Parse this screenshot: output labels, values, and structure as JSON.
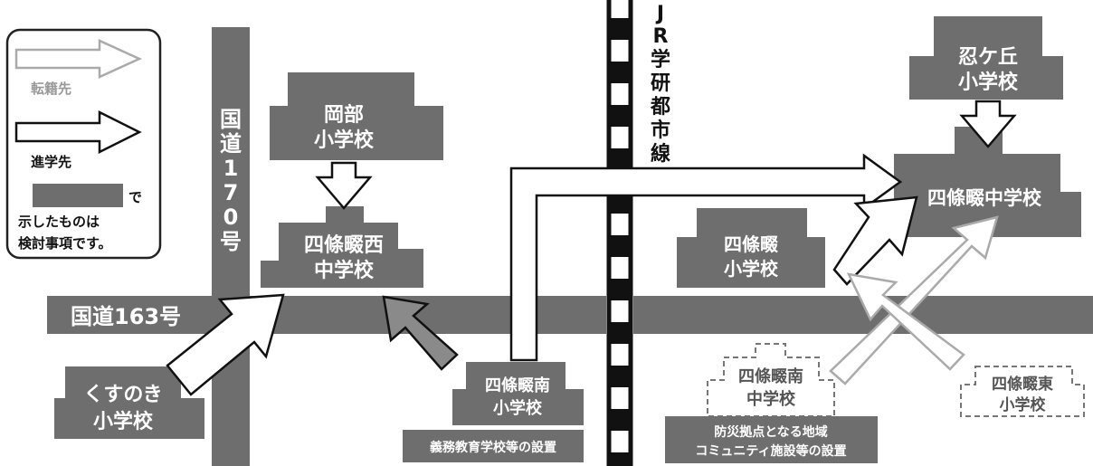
{
  "legend": {
    "transfer_label": "転籍先",
    "advance_label": "進学先",
    "note_suffix": "で",
    "note_line1": "示したものは",
    "note_line2": "検討事項です。"
  },
  "roads": {
    "route170_chars": [
      "国",
      "道",
      "1",
      "7",
      "0",
      "号"
    ],
    "route163": "国道163号",
    "jr_line_chars": [
      "J",
      "R",
      "学",
      "研",
      "都",
      "市",
      "線"
    ]
  },
  "schools": {
    "okabe": [
      "岡部",
      "小学校"
    ],
    "shijonawate_nishi": [
      "四條畷西",
      "中学校"
    ],
    "kusunoki": [
      "くすのき",
      "小学校"
    ],
    "shijonawate_minami_elem": [
      "四條畷南",
      "小学校"
    ],
    "shijonawate_minami_jh": [
      "四條畷南",
      "中学校"
    ],
    "shinobugaoka": [
      "忍ケ丘",
      "小学校"
    ],
    "shijonawate_jh": "四條畷中学校",
    "shijonawate_elem": [
      "四條畷",
      "小学校"
    ],
    "shijonawate_higashi": [
      "四條畷東",
      "小学校"
    ]
  },
  "notes": {
    "compulsory": "義務教育学校等の設置",
    "community_line1": "防災拠点となる地域",
    "community_line2": "コミュニティ施設等の設置"
  }
}
